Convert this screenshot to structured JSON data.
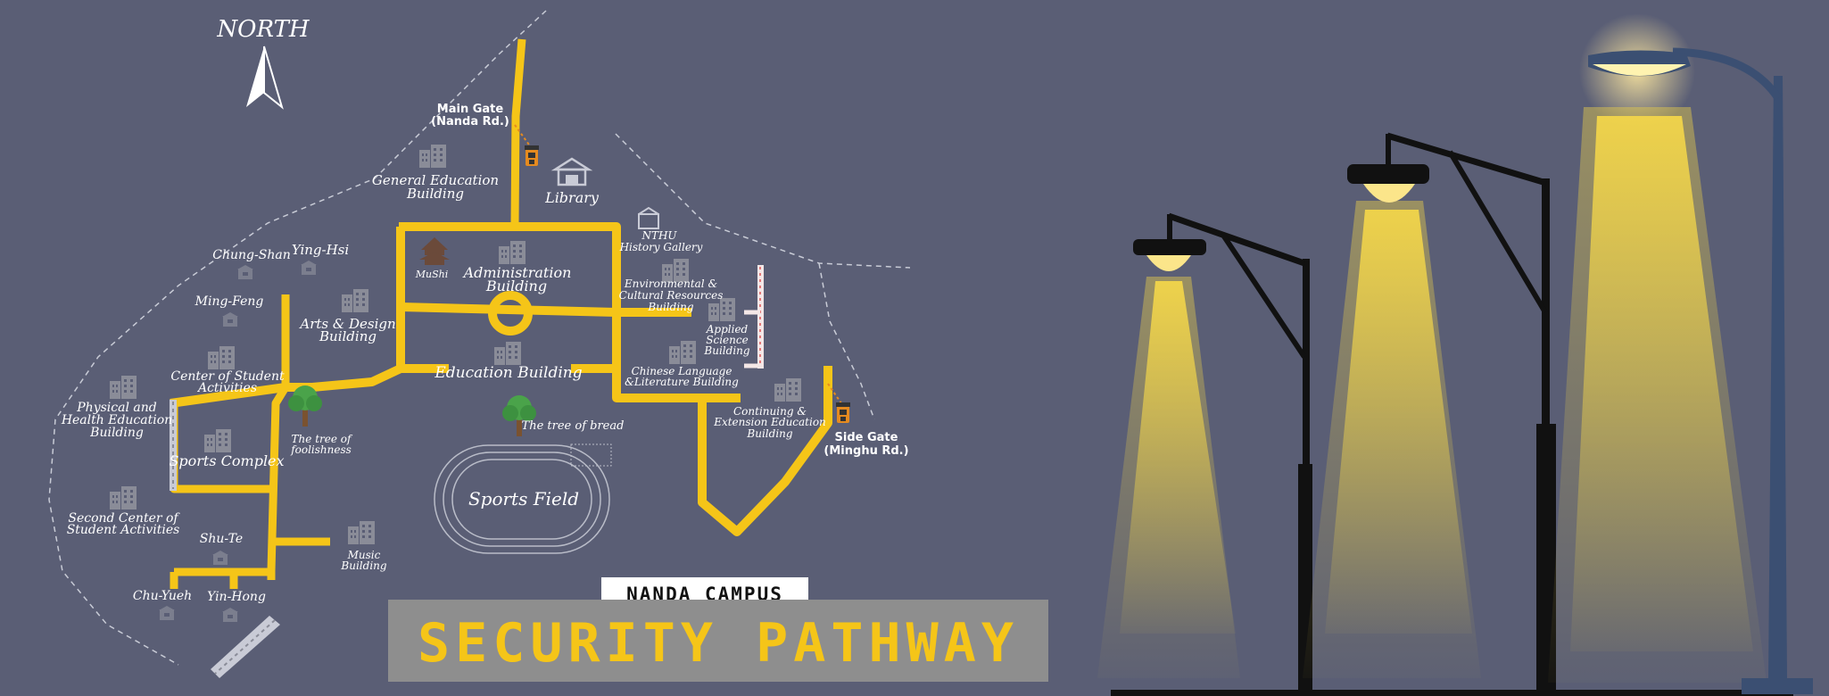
{
  "compass": {
    "label": "NORTH"
  },
  "gates": {
    "main": {
      "line1": "Main Gate",
      "line2": "(Nanda Rd.)"
    },
    "side": {
      "line1": "Side Gate",
      "line2": "(Minghu Rd.)"
    }
  },
  "places": {
    "general_education": {
      "line1": "General Education",
      "line2": "Building"
    },
    "library": "Library",
    "nthu_gallery": {
      "line1": "NTHU",
      "line2": "History Gallery"
    },
    "chung_shan": "Chung-Shan",
    "ying_hsi": "Ying-Hsi",
    "mushi": "MuShi",
    "administration": {
      "line1": "Administration",
      "line2": "Building"
    },
    "environmental": {
      "line1": "Environmental &",
      "line2": "Cultural Resources",
      "line3": "Building"
    },
    "ming_feng": "Ming-Feng",
    "arts_design": {
      "line1": "Arts & Design",
      "line2": "Building"
    },
    "applied_science": {
      "line1": "Applied",
      "line2": "Science",
      "line3": "Building"
    },
    "student_activities": {
      "line1": "Center of Student",
      "line2": "Activities"
    },
    "education_building": "Education Building",
    "chinese_language": {
      "line1": "Chinese Language",
      "line2": "&Literature Building"
    },
    "physical_health": {
      "line1": "Physical and",
      "line2": "Health Education",
      "line3": "Building"
    },
    "tree_foolishness": {
      "line1": "The tree of",
      "line2": "foolishness"
    },
    "tree_bread": "The tree of bread",
    "continuing_education": {
      "line1": "Continuing &",
      "line2": "Extension Education",
      "line3": "Building"
    },
    "sports_complex": "Sports Complex",
    "sports_field": "Sports Field",
    "second_center": {
      "line1": "Second Center of",
      "line2": "Student Activities"
    },
    "shu_te": "Shu-Te",
    "music": {
      "line1": "Music",
      "line2": "Building"
    },
    "chu_yueh": "Chu-Yueh",
    "yin_hong": "Yin-Hong"
  },
  "banner": {
    "subtitle": "NANDA CAMPUS",
    "title": "SECURITY PATHWAY"
  },
  "colors": {
    "background": "#5a5e75",
    "pathway": "#f5c518",
    "lamp_light": "#e8cd4a",
    "banner_box": "#8e8e8e"
  }
}
